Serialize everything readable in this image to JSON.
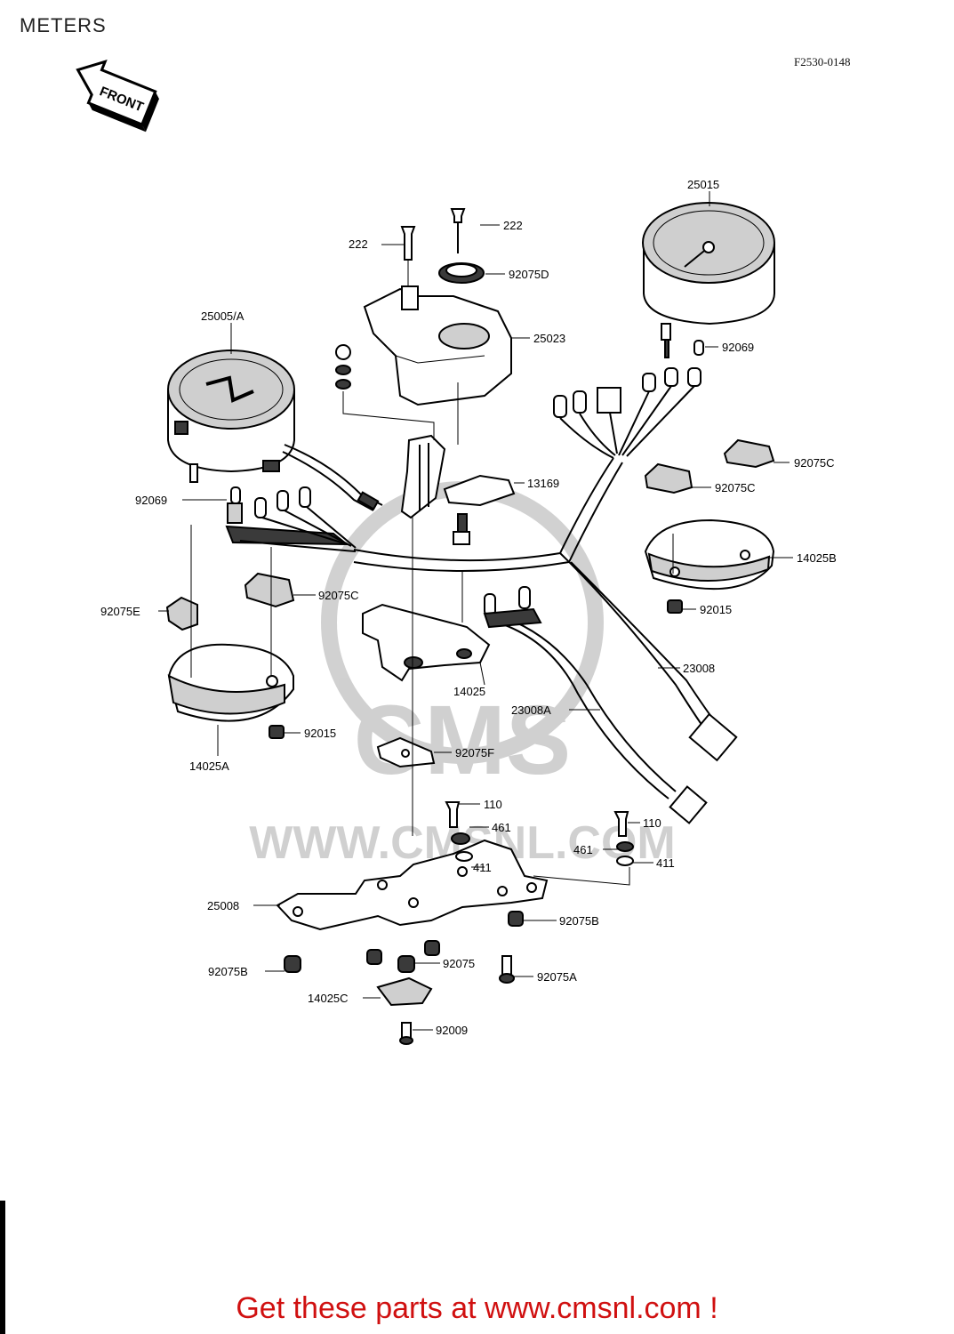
{
  "header": {
    "title": "METERS",
    "ref_code": "F2530-0148"
  },
  "front_arrow": {
    "label": "FRONT"
  },
  "watermark": {
    "text": "CMS",
    "url_text": "WWW.CMSNL.COM"
  },
  "callouts": [
    "25015",
    "222",
    "222",
    "92075D",
    "25023",
    "25005/A",
    "92069",
    "13169",
    "92075C",
    "92069",
    "92075C",
    "92075C",
    "14025B",
    "92075E",
    "92015",
    "14025",
    "23008",
    "23008A",
    "92015",
    "14025A",
    "92075F",
    "110",
    "461",
    "110",
    "461",
    "411",
    "411",
    "25008",
    "92075B",
    "92075B",
    "92075",
    "92075A",
    "14025C",
    "92009"
  ],
  "footer": {
    "cta": "Get these parts at www.cmsnl.com !"
  }
}
